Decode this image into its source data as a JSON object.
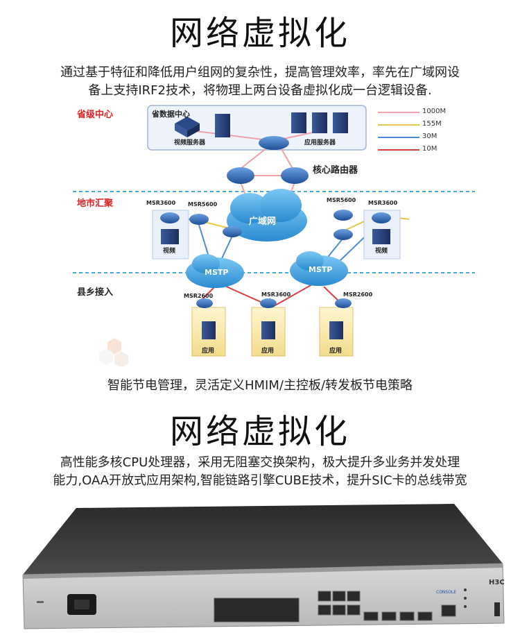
{
  "section1": {
    "title": "网络虚拟化",
    "desc_line1": "通过基于特征和降低用户组网的复杂性，提高管理效率，率先在广域网设",
    "desc_line2": "备上支持IRF2技术，将物理上两台设备虚拟化成一台逻辑设备."
  },
  "diagram": {
    "tier_province": "省级中心",
    "tier_city": "地市汇聚",
    "tier_county": "县乡接入",
    "data_center": "省数据中心",
    "video_server": "视频服务器",
    "app_server": "应用服务器",
    "core_router": "核心路由器",
    "wan": "广域网",
    "mstp": "MSTP",
    "msr3600": "MSR3600",
    "msr5600": "MSR5600",
    "msr2600": "MSR2600",
    "video": "视频",
    "app": "应用",
    "legend": [
      {
        "label": "1000M",
        "color": "#f0a0a8"
      },
      {
        "label": "155M",
        "color": "#e8c84a"
      },
      {
        "label": "30M",
        "color": "#4a8ad8"
      },
      {
        "label": "10M",
        "color": "#d84040"
      }
    ],
    "colors": {
      "tier_label": "#e02020",
      "cloud": "#3aa0e0",
      "router": "#2a6ab8"
    }
  },
  "section1_caption": "智能节电管理，灵活定义HMIM/主控板/转发板节电策略",
  "section2": {
    "title": "网络虚拟化",
    "desc_line1": "高性能多核CPU处理器，采用无阻塞交换架构，极大提升多业务并发处理",
    "desc_line2": "能力,OAA开放式应用架构,智能链路引擎CUBE技术，提升SIC卡的总线带宽"
  },
  "device": {
    "brand": "H3C",
    "port_label": "CONSOLE"
  }
}
